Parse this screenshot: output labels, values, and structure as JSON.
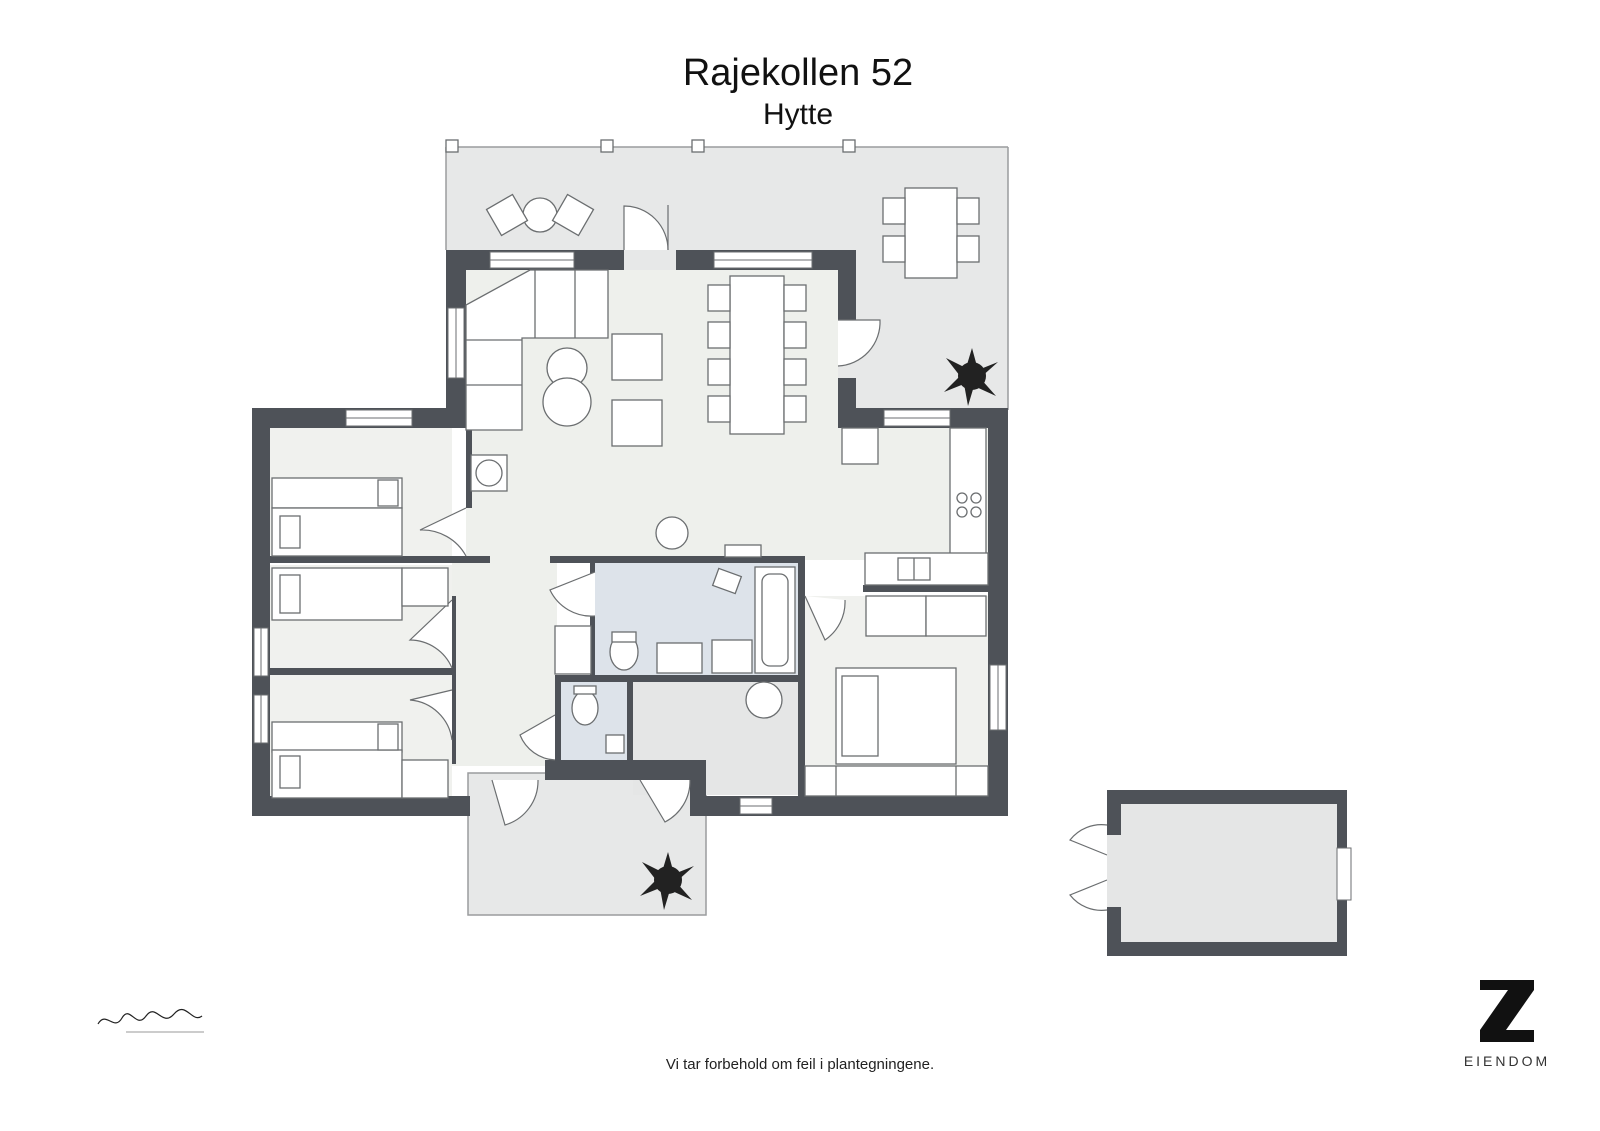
{
  "header": {
    "title": "Rajekollen 52",
    "subtitle": "Hytte"
  },
  "footer": {
    "disclaimer": "Vi tar forbehold om feil i plantegningene."
  },
  "logo": {
    "mark": "Z",
    "wordmark": "EIENDOM"
  },
  "signature": {
    "icon": "photographer-signature-icon"
  },
  "colors": {
    "wall": "#4e5258",
    "floor_main": "#eef0ec",
    "floor_bedroom": "#f0f1ee",
    "floor_bath": "#dde3ea",
    "floor_storage": "#e5e6e6",
    "terrace": "#e7e8e8",
    "furniture_stroke": "#6b6e70"
  }
}
